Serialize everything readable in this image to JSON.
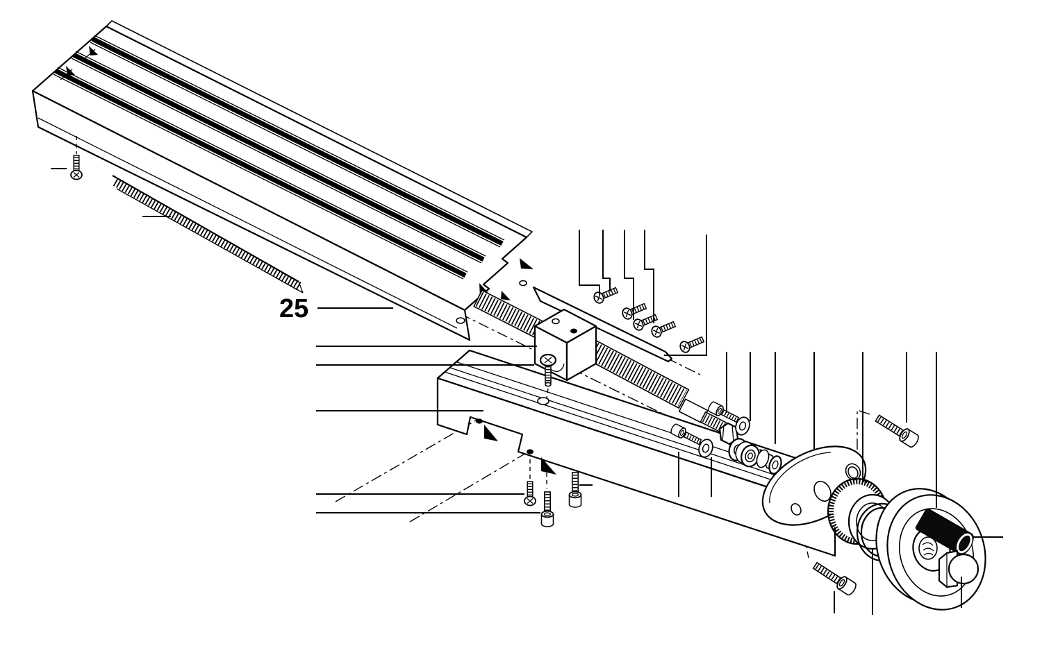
{
  "figure": {
    "type": "exploded-parts-diagram",
    "subject": "machine cross-slide table assembly",
    "background_color": "#ffffff",
    "line_color": "#000000",
    "handle_color": "#0a0a0a"
  },
  "labels": {
    "part_number": "25"
  },
  "parts": [
    {
      "name": "t-slot-table",
      "label": "25"
    },
    {
      "name": "table-fixing-screw",
      "count": 1
    },
    {
      "name": "measuring-scale",
      "count": 1
    },
    {
      "name": "gib-strip",
      "count": 1
    },
    {
      "name": "gib-screw",
      "count": 5
    },
    {
      "name": "feed-nut-block",
      "count": 1
    },
    {
      "name": "nut-block-screw",
      "count": 1
    },
    {
      "name": "saddle",
      "count": 1
    },
    {
      "name": "saddle-mounting-screw",
      "count": 3
    },
    {
      "name": "leadscrew",
      "count": 1
    },
    {
      "name": "leadscrew-hex-nut",
      "count": 1
    },
    {
      "name": "clamp-screw-with-washer",
      "count": 2
    },
    {
      "name": "thrust-washer",
      "count": 1
    },
    {
      "name": "ball-bearing",
      "count": 1
    },
    {
      "name": "spacer-bushing",
      "count": 1
    },
    {
      "name": "bearing-block",
      "count": 1
    },
    {
      "name": "bearing-block-screw",
      "count": 2
    },
    {
      "name": "graduated-dial",
      "count": 1
    },
    {
      "name": "o-ring",
      "count": 1
    },
    {
      "name": "handwheel",
      "count": 1
    },
    {
      "name": "handle-grip",
      "count": 1
    },
    {
      "name": "cap-nut",
      "count": 1
    }
  ],
  "callouts": {
    "top_leader_lines": 5,
    "right_leader_lines": 7,
    "left_leader_lines": 5,
    "bottom_leader_lines": 5,
    "labeled": [
      {
        "label": "25",
        "target": "t-slot-table"
      }
    ]
  }
}
